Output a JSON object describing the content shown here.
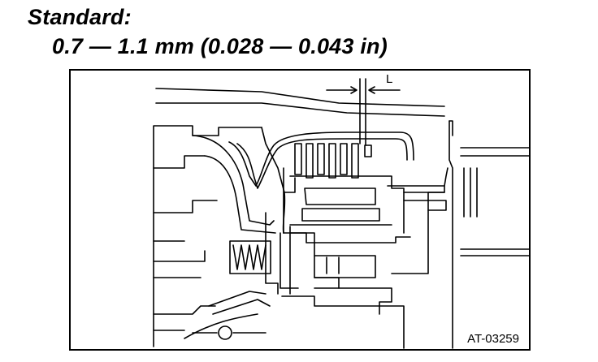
{
  "heading": {
    "standard_label": "Standard:",
    "spec_value": "0.7 — 1.1 mm (0.028 — 0.043 in)"
  },
  "figure": {
    "dimension_label": "L",
    "figure_code": "AT-03259",
    "line_color": "#000000"
  }
}
